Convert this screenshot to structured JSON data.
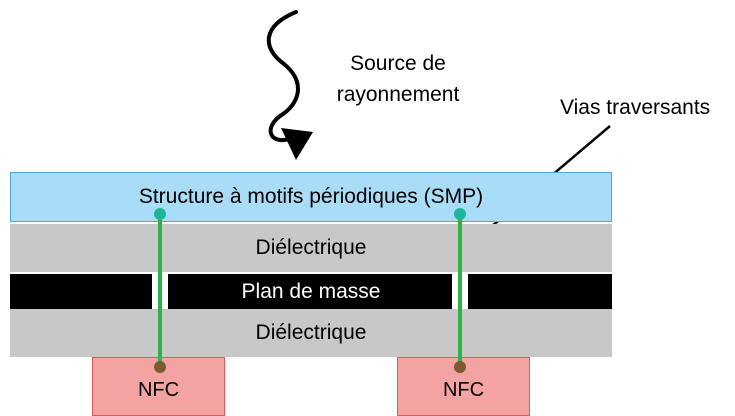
{
  "source": {
    "line1": "Source de",
    "line2": "rayonnement"
  },
  "vias_label": "Vias traversants",
  "layers": {
    "smp": "Structure à motifs périodiques (SMP)",
    "dielectric_top": "Diélectrique",
    "ground_plane": "Plan de masse",
    "dielectric_bottom": "Diélectrique"
  },
  "chips": {
    "left": "NFC",
    "right": "NFC"
  },
  "colors": {
    "smp_fill": "#a9dcf6",
    "dielectric": "#c8c8c8",
    "ground_plane": "#000000",
    "chip_fill": "#f4a3a3",
    "via": "#2eb14a",
    "via_top_pad": "#1fb59a",
    "via_bottom_pad": "#7a5a2e"
  }
}
